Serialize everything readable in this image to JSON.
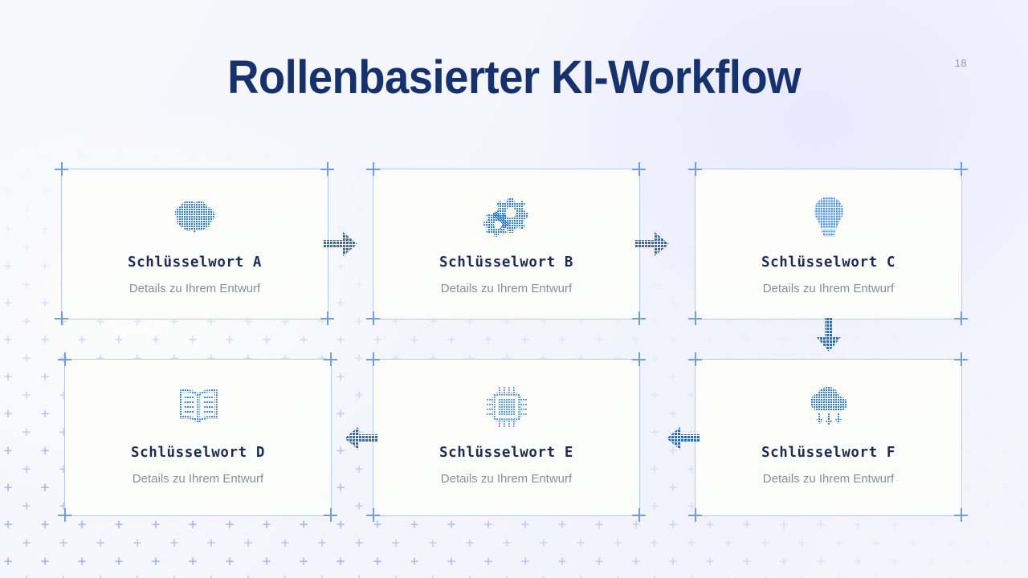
{
  "slide": {
    "title": "Rollenbasierter KI-Workflow",
    "page_number": "18",
    "title_color": "#15326e",
    "accent_color": "#1f6fd0",
    "card_border_color": "#b7cdf0",
    "background_color": "#f5f6fb"
  },
  "cards": [
    {
      "id": "card-a",
      "icon": "brain-icon",
      "title": "Schlüsselwort A",
      "subtitle": "Details zu Ihrem Entwurf"
    },
    {
      "id": "card-b",
      "icon": "gears-icon",
      "title": "Schlüsselwort B",
      "subtitle": "Details zu Ihrem Entwurf"
    },
    {
      "id": "card-c",
      "icon": "lightbulb-icon",
      "title": "Schlüsselwort C",
      "subtitle": "Details zu Ihrem Entwurf"
    },
    {
      "id": "card-d",
      "icon": "open-book-icon",
      "title": "Schlüsselwort D",
      "subtitle": "Details zu Ihrem Entwurf"
    },
    {
      "id": "card-e",
      "icon": "cpu-chip-icon",
      "title": "Schlüsselwort E",
      "subtitle": "Details zu Ihrem Entwurf"
    },
    {
      "id": "card-f",
      "icon": "cloud-download-icon",
      "title": "Schlüsselwort F",
      "subtitle": "Details zu Ihrem Entwurf"
    }
  ],
  "connectors": [
    {
      "id": "arrow-a-to-b",
      "icon": "arrow-right-icon",
      "direction": "right"
    },
    {
      "id": "arrow-b-to-c",
      "icon": "arrow-right-icon",
      "direction": "right"
    },
    {
      "id": "arrow-c-to-f",
      "icon": "arrow-down-icon",
      "direction": "down"
    },
    {
      "id": "arrow-f-to-e",
      "icon": "arrow-left-icon",
      "direction": "left"
    },
    {
      "id": "arrow-e-to-d",
      "icon": "arrow-left-icon",
      "direction": "left"
    }
  ]
}
